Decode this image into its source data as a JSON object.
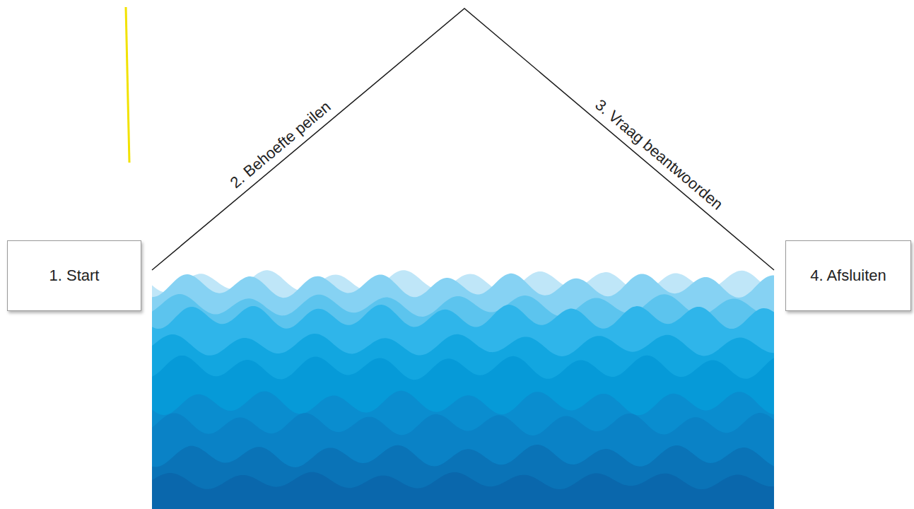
{
  "diagram": {
    "nodes": [
      {
        "text": [
          "1. Start"
        ]
      },
      {
        "text": [
          "4. Afsluiten"
        ]
      }
    ],
    "labels": [
      "2. Behoefte peilen",
      "3. Vraag beantwoorden"
    ]
  }
}
